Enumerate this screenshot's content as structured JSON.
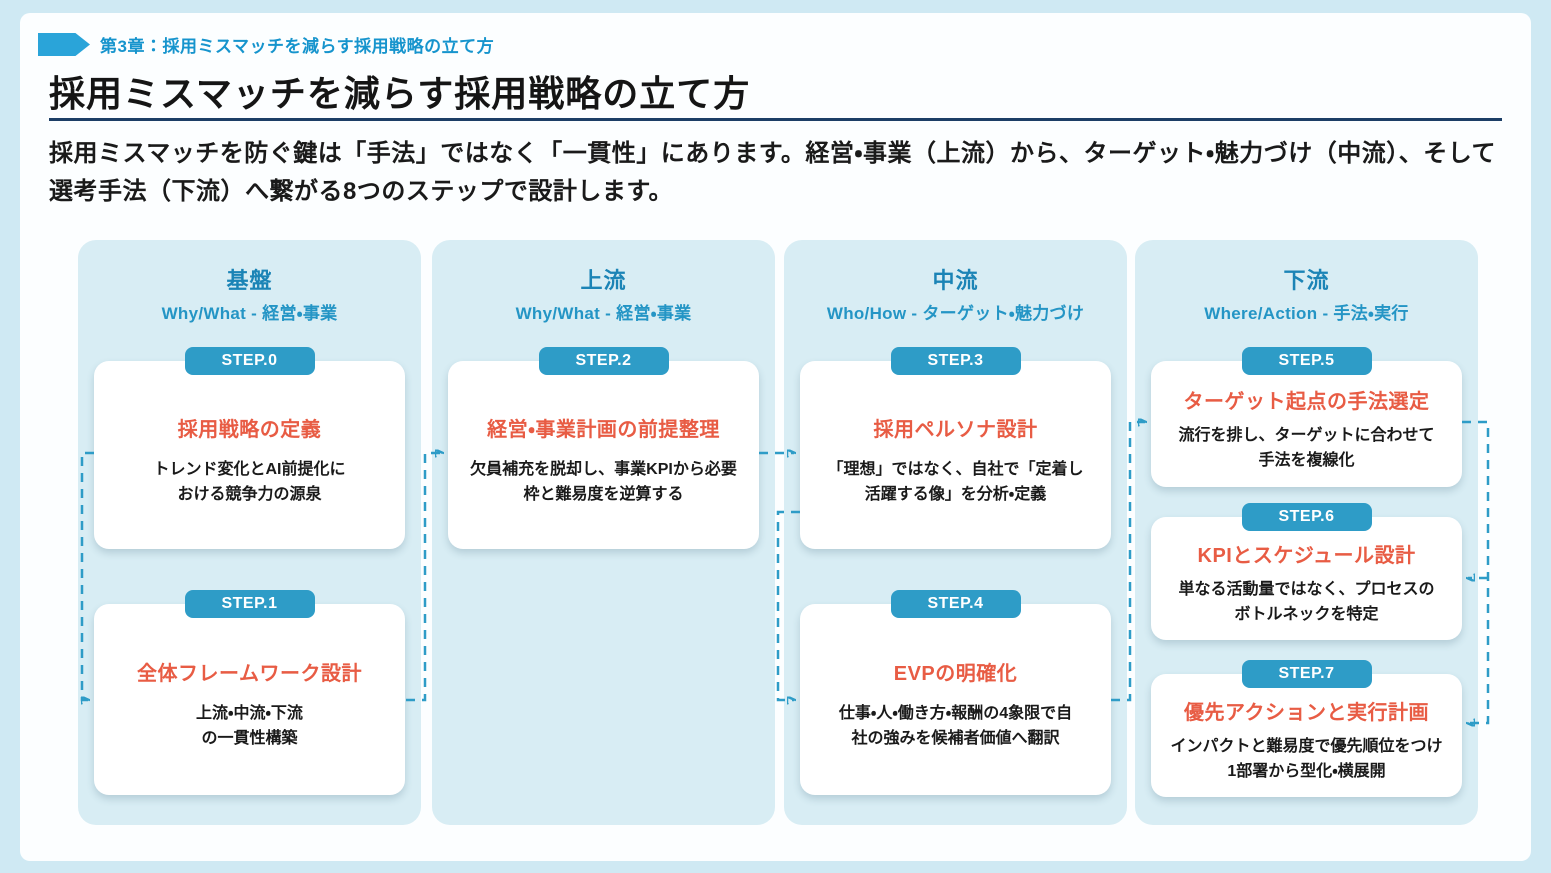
{
  "page": {
    "chapter_label": "第3章：採用ミスマッチを減らす採用戦略の立て方",
    "title": "採用ミスマッチを減らす採用戦略の立て方",
    "intro": "採用ミスマッチを防ぐ鍵は「手法」ではなく「一貫性」にあります。経営・事業（上流）から、ターゲット・魅力づけ（中流）、そして選考手法（下流）へ繋がる8つのステップで設計します。"
  },
  "colors": {
    "outer_background": "#cfe9f3",
    "panel_background": "#fcfeff",
    "accent_blue": "#2e9cc7",
    "heading_blue": "#1b84b6",
    "chapter_blue": "#1694cd",
    "divider_navy": "#1c3e66",
    "column_background": "#d8edf4",
    "card_title_orange": "#e85c44",
    "body_text": "#1a1a1a"
  },
  "columns": [
    {
      "title": "基盤",
      "subtitle": "Why/What - 経営・事業",
      "steps": [
        {
          "badge": "STEP.0",
          "title": "採用戦略の定義",
          "body": "トレンド変化とAI前提化に\nおける競争力の源泉"
        },
        {
          "badge": "STEP.1",
          "title": "全体フレームワーク設計",
          "body": "上流・中流・下流\nの一貫性構築"
        }
      ]
    },
    {
      "title": "上流",
      "subtitle": "Why/What - 経営・事業",
      "steps": [
        {
          "badge": "STEP.2",
          "title": "経営・事業計画の前提整理",
          "body": "欠員補充を脱却し、事業KPIから必要\n枠と難易度を逆算する"
        }
      ]
    },
    {
      "title": "中流",
      "subtitle": "Who/How - ターゲット・魅力づけ",
      "steps": [
        {
          "badge": "STEP.3",
          "title": "採用ペルソナ設計",
          "body": "「理想」ではなく、自社で「定着し\n活躍する像」を分析・定義"
        },
        {
          "badge": "STEP.4",
          "title": "EVPの明確化",
          "body": "仕事・人・働き方・報酬の4象限で自\n社の強みを候補者価値へ翻訳"
        }
      ]
    },
    {
      "title": "下流",
      "subtitle": "Where/Action - 手法・実行",
      "steps": [
        {
          "badge": "STEP.5",
          "title": "ターゲット起点の手法選定",
          "body": "流行を排し、ターゲットに合わせて\n手法を複線化"
        },
        {
          "badge": "STEP.6",
          "title": "KPIとスケジュール設計",
          "body": "単なる活動量ではなく、プロセスの\nボトルネックを特定"
        },
        {
          "badge": "STEP.7",
          "title": "優先アクションと実行計画",
          "body": "インパクトと難易度で優先順位をつけ\n1部署から型化・横展開"
        }
      ]
    }
  ]
}
